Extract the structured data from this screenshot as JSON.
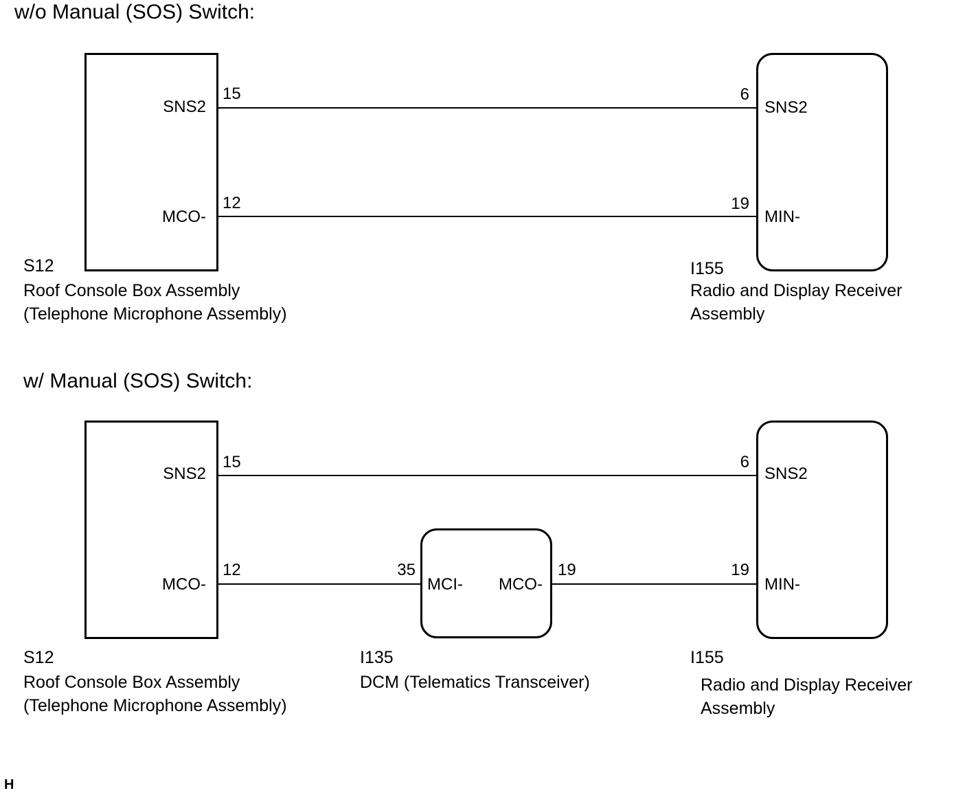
{
  "diagram1": {
    "heading": "w/o Manual (SOS) Switch:",
    "left": {
      "pin_sns2": "SNS2",
      "pin_mco": "MCO-",
      "num_sns2": "15",
      "num_mco": "12",
      "code": "S12",
      "name_line1": "Roof Console Box Assembly",
      "name_line2": "(Telephone Microphone Assembly)"
    },
    "right": {
      "pin_sns2": "SNS2",
      "pin_min": "MIN-",
      "num_sns2": "6",
      "num_min": "19",
      "code": "I155",
      "name_line1": "Radio and Display Receiver",
      "name_line2": "Assembly"
    }
  },
  "diagram2": {
    "heading": "w/ Manual (SOS) Switch:",
    "left": {
      "pin_sns2": "SNS2",
      "pin_mco": "MCO-",
      "num_sns2": "15",
      "num_mco": "12",
      "code": "S12",
      "name_line1": "Roof Console Box Assembly",
      "name_line2": "(Telephone Microphone Assembly)"
    },
    "middle": {
      "pin_mci": "MCI-",
      "pin_mco": "MCO-",
      "num_mci": "35",
      "num_mco": "19",
      "code": "I135",
      "name_line1": "DCM (Telematics Transceiver)"
    },
    "right": {
      "pin_sns2": "SNS2",
      "pin_min": "MIN-",
      "num_sns2": "6",
      "num_min": "19",
      "code": "I155",
      "name_line1": "Radio and Display Receiver",
      "name_line2": "Assembly"
    }
  },
  "corner_mark": "H"
}
